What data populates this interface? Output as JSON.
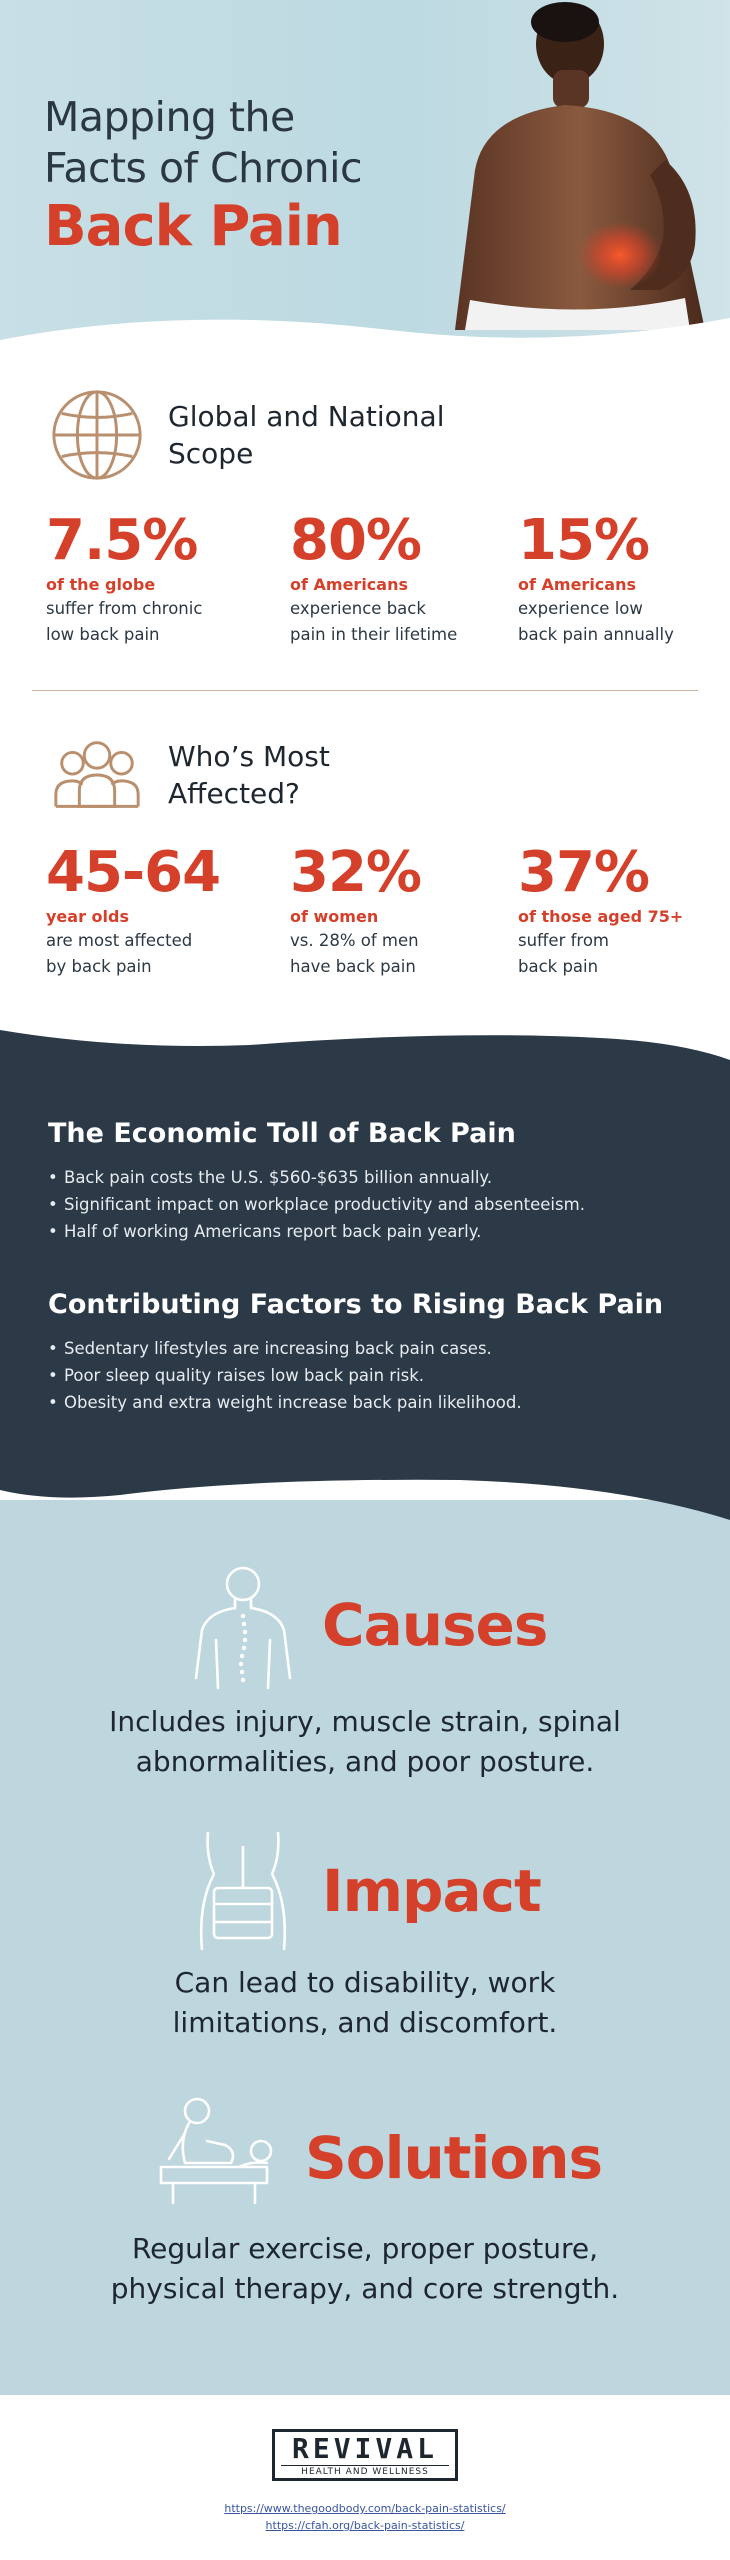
{
  "hero": {
    "title_line1": "Mapping the",
    "title_line2": "Facts of Chronic",
    "title_line3": "Back Pain",
    "image_icon": "man-holding-lower-back-icon"
  },
  "scope": {
    "heading": "Global and National Scope",
    "icon": "globe-icon",
    "stats": [
      {
        "number": "7.5%",
        "label": "of the globe",
        "desc_line1": "suffer from chronic",
        "desc_line2": "low back pain"
      },
      {
        "number": "80%",
        "label": "of Americans",
        "desc_line1": "experience back",
        "desc_line2": "pain in their lifetime"
      },
      {
        "number": "15%",
        "label": "of Americans",
        "desc_line1": "experience low",
        "desc_line2": "back pain annually"
      }
    ]
  },
  "affected": {
    "heading": "Who’s Most Affected?",
    "icon": "people-group-icon",
    "stats": [
      {
        "number": "45-64",
        "label": "year olds",
        "desc_line1": "are most affected",
        "desc_line2": "by back pain"
      },
      {
        "number": "32%",
        "label": "of women",
        "desc_line1": "vs. 28% of men",
        "desc_line2": "have back pain"
      },
      {
        "number": "37%",
        "label": "of those aged 75+",
        "desc_line1": "suffer from",
        "desc_line2": "back pain"
      }
    ]
  },
  "economic": {
    "heading": "The Economic Toll of Back Pain",
    "items": [
      "Back pain costs the U.S. $560-$635 billion annually.",
      "Significant impact on workplace productivity and absenteeism.",
      "Half of working Americans report back pain yearly."
    ]
  },
  "factors": {
    "heading": "Contributing Factors to Rising Back Pain",
    "items": [
      "Sedentary lifestyles are increasing back pain cases.",
      "Poor sleep quality raises low back pain risk.",
      "Obesity and extra weight increase back pain likelihood."
    ]
  },
  "causes": {
    "heading": "Causes",
    "icon": "spine-silhouette-icon",
    "text_line1": "Includes injury, muscle strain, spinal",
    "text_line2": "abnormalities, and poor posture."
  },
  "impact": {
    "heading": "Impact",
    "icon": "back-brace-icon",
    "text_line1": "Can lead to disability, work",
    "text_line2": "limitations, and discomfort."
  },
  "solutions": {
    "heading": "Solutions",
    "icon": "physical-therapy-icon",
    "text_line1": "Regular exercise, proper posture,",
    "text_line2": "physical therapy, and core strength."
  },
  "footer": {
    "logo_name": "REVIVAL",
    "logo_tagline": "HEALTH AND WELLNESS",
    "sources": [
      "https://www.thegoodbody.com/back-pain-statistics/",
      "https://cfah.org/back-pain-statistics/"
    ]
  },
  "colors": {
    "accent": "#d5402a",
    "dark_navy": "#2c3947",
    "light_blue": "#bed6dd",
    "icon_tan": "#b98f6d",
    "text": "#2b3844"
  }
}
